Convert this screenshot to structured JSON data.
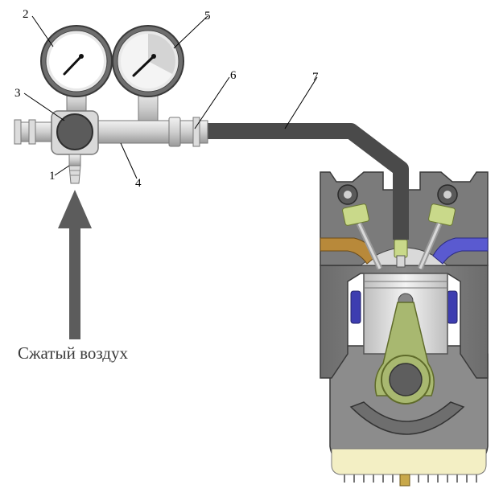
{
  "callouts": [
    {
      "label": "1",
      "part": "air inlet fitting"
    },
    {
      "label": "2",
      "part": "supply pressure gauge"
    },
    {
      "label": "3",
      "part": "pressure regulator knob"
    },
    {
      "label": "4",
      "part": "manifold body"
    },
    {
      "label": "5",
      "part": "cylinder pressure gauge"
    },
    {
      "label": "6",
      "part": "quick coupler"
    },
    {
      "label": "7",
      "part": "hose to spark plug hole"
    }
  ],
  "inlet": {
    "caption": "Сжатый воздух"
  },
  "colors": {
    "hose": "#4a4a4a",
    "arrow": "#5c5c5c",
    "gauge_bezel": "#6e6e6e",
    "engine_block": "#7b7b7b",
    "intake_port": "#b8893a",
    "exhaust_port": "#5a5ad0",
    "connecting_rod": "#a8b870",
    "oil": "#f3efc4"
  }
}
